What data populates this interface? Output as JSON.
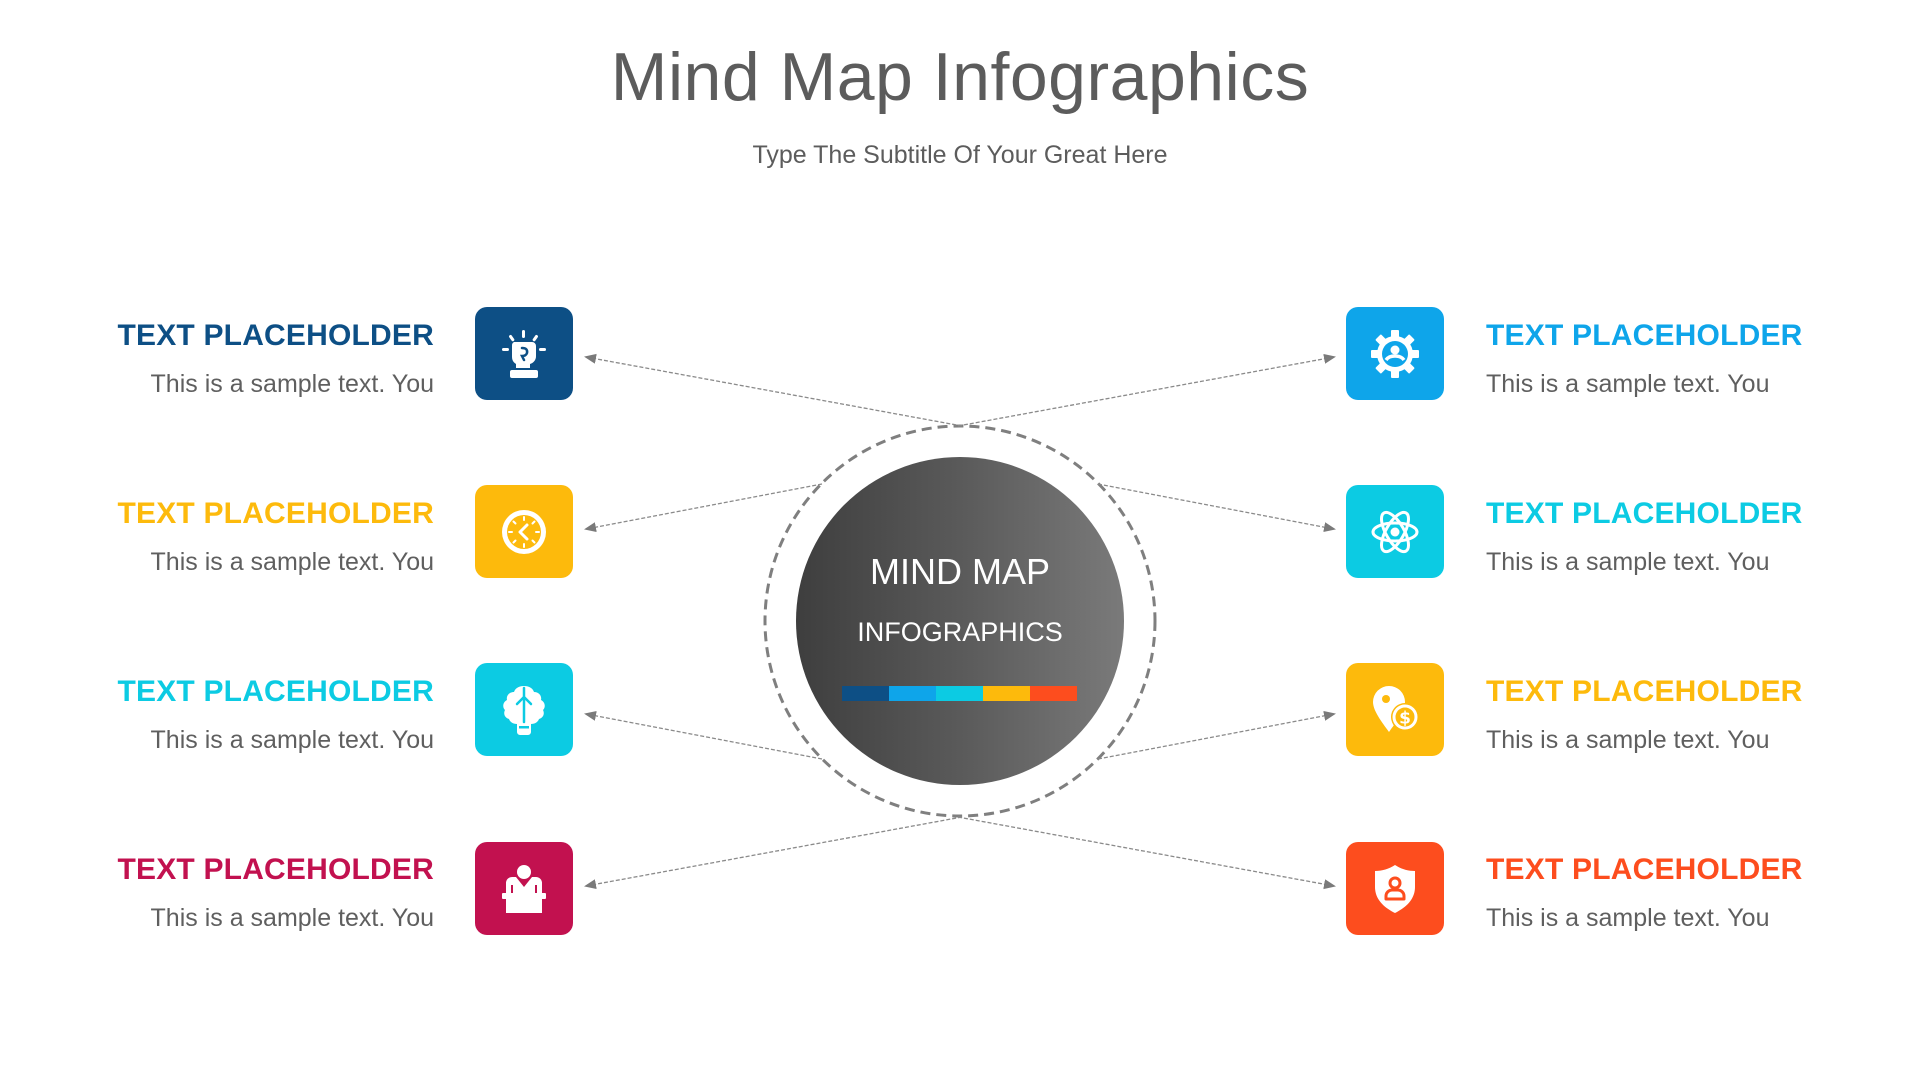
{
  "header": {
    "title": "Mind Map Infographics",
    "subtitle": "Type The Subtitle Of Your Great Here"
  },
  "center": {
    "line1": "MIND MAP",
    "line2": "INFOGRAPHICS",
    "strip_colors": [
      "#0d4f85",
      "#0ea5ea",
      "#0ccbe3",
      "#fdba0c",
      "#fd4d1e"
    ]
  },
  "items": [
    {
      "side": "left",
      "heading": "TEXT PLACEHOLDER",
      "body": "This is a sample text. You",
      "color": "#0d4f85",
      "icon": "fist-icon"
    },
    {
      "side": "left",
      "heading": "TEXT PLACEHOLDER",
      "body": "This is a sample text. You",
      "color": "#fdba0c",
      "icon": "clock-icon"
    },
    {
      "side": "left",
      "heading": "TEXT PLACEHOLDER",
      "body": "This is a sample text. You",
      "color": "#0ccbe3",
      "icon": "brain-bulb-icon"
    },
    {
      "side": "left",
      "heading": "TEXT PLACEHOLDER",
      "body": "This is a sample text. You",
      "color": "#c2114f",
      "icon": "speaker-podium-icon"
    },
    {
      "side": "right",
      "heading": "TEXT PLACEHOLDER",
      "body": "This is a sample text. You",
      "color": "#0ea5ea",
      "icon": "gear-user-icon"
    },
    {
      "side": "right",
      "heading": "TEXT PLACEHOLDER",
      "body": "This is a sample text. You",
      "color": "#0ccbe3",
      "icon": "atom-icon"
    },
    {
      "side": "right",
      "heading": "TEXT PLACEHOLDER",
      "body": "This is a sample text. You",
      "color": "#fdba0c",
      "icon": "location-dollar-icon"
    },
    {
      "side": "right",
      "heading": "TEXT PLACEHOLDER",
      "body": "This is a sample text. You",
      "color": "#fd4d1e",
      "icon": "shield-user-icon"
    }
  ]
}
